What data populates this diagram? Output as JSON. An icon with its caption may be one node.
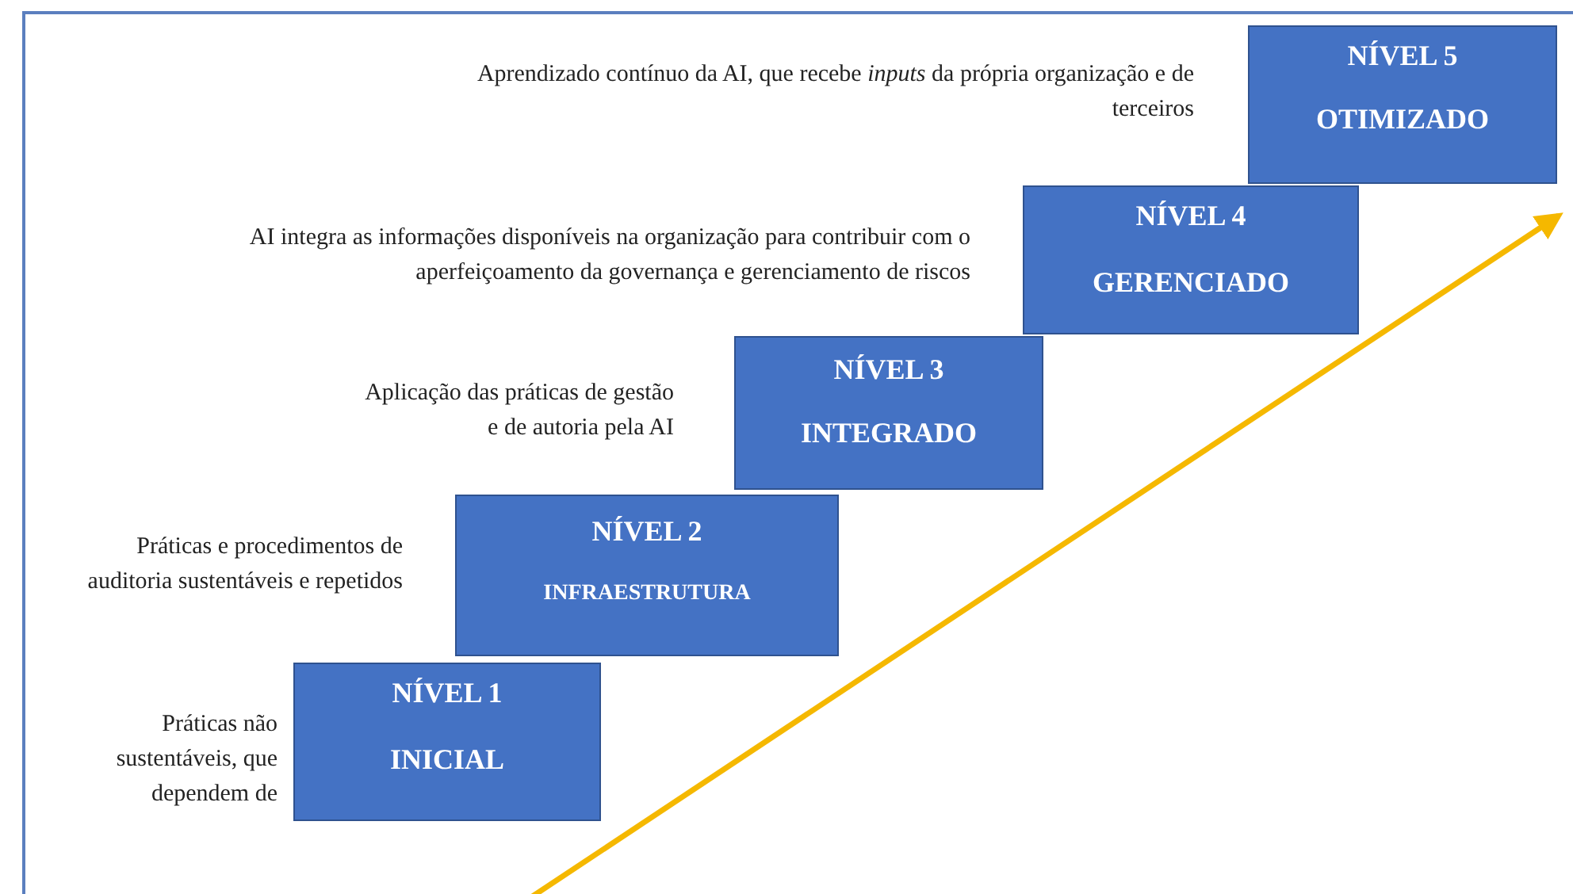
{
  "diagram": {
    "nodes": [
      {
        "text": [
          "NÍVEL 1",
          "INICIAL"
        ],
        "beside": [
          "Práticas não sustentáveis, que dependem de"
        ]
      },
      {
        "text": [
          "NÍVEL 2",
          "INFRAESTRUTURA"
        ],
        "beside": [
          "Práticas e procedimentos de auditoria sustentáveis e repetidos"
        ]
      },
      {
        "text": [
          "NÍVEL 3",
          "INTEGRADO"
        ],
        "beside": [
          "Aplicação das práticas de gestão e de autoria pela AI"
        ]
      },
      {
        "text": [
          "NÍVEL 4",
          "GERENCIADO"
        ],
        "beside": [
          "AI integra as informações disponíveis na organização para contribuir com o aperfeiçoamento da governança e gerenciamento de riscos"
        ]
      },
      {
        "text": [
          "NÍVEL 5",
          "OTIMIZADO"
        ],
        "beside": [
          "Aprendizado contínuo da AI, que recebe *inputs* da própria organização e de terceiros"
        ]
      }
    ]
  }
}
